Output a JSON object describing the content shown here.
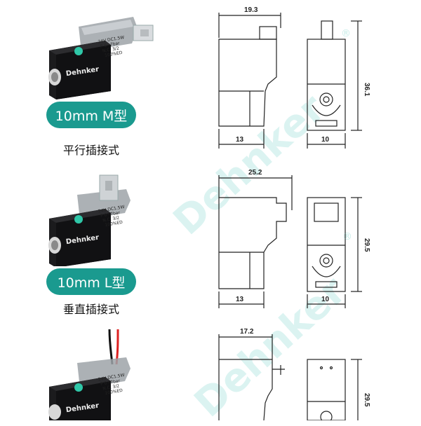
{
  "watermark": "Dehnker",
  "registered_mark": "®",
  "products": [
    {
      "brand": "Dehnker",
      "label_lines": [
        "24V DC1.5W",
        "P 0~7bar",
        "N.C. 3/2",
        "100%ED"
      ],
      "type_name": "10mm M型",
      "mount_desc": "平行插接式",
      "dims": {
        "width": "19.3",
        "height": "36.1",
        "base": "13",
        "side": "10"
      }
    },
    {
      "brand": "Dehnker",
      "label_lines": [
        "24V DC1.5W",
        "P 0~7bar",
        "N.C. 3/2",
        "100%ED"
      ],
      "type_name": "10mm L型",
      "mount_desc": "垂直插接式",
      "dims": {
        "width": "25.2",
        "height": "29.5",
        "base": "13",
        "side": "10"
      }
    },
    {
      "brand": "Dehnker",
      "label_lines": [
        "24V DC1.5W",
        "P 0~7bar",
        "N.C. 3/2",
        "100%ED"
      ],
      "dims": {
        "width": "17.2",
        "height": "29.5"
      }
    }
  ]
}
